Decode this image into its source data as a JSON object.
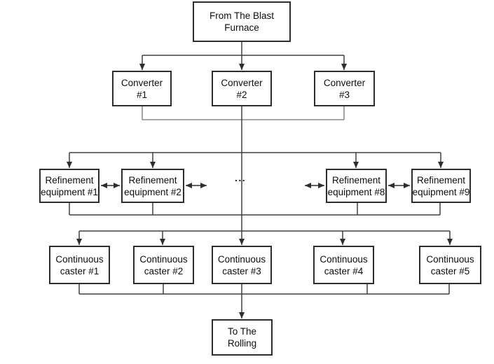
{
  "flowchart": {
    "source": {
      "label": "From The Blast\nFurnace"
    },
    "converters": [
      {
        "label": "Converter\n#1"
      },
      {
        "label": "Converter\n#2"
      },
      {
        "label": "Converter\n#3"
      }
    ],
    "refinement": [
      {
        "label": "Refinement\nequipment #1"
      },
      {
        "label": "Refinement\nequipment #2"
      },
      {
        "label": "Refinement\nequipment #8"
      },
      {
        "label": "Refinement\nequipment #9"
      }
    ],
    "ellipsis": "...",
    "casters": [
      {
        "label": "Continuous\ncaster #1"
      },
      {
        "label": "Continuous\ncaster #2"
      },
      {
        "label": "Continuous\ncaster #3"
      },
      {
        "label": "Continuous\ncaster #4"
      },
      {
        "label": "Continuous\ncaster #5"
      }
    ],
    "sink": {
      "label": "To The\nRolling"
    },
    "colors": {
      "background": "#ffffff",
      "line": "#414141",
      "merge_line": "#757575",
      "box_border": "#2d2d2d",
      "text": "#0e0e0e"
    }
  }
}
